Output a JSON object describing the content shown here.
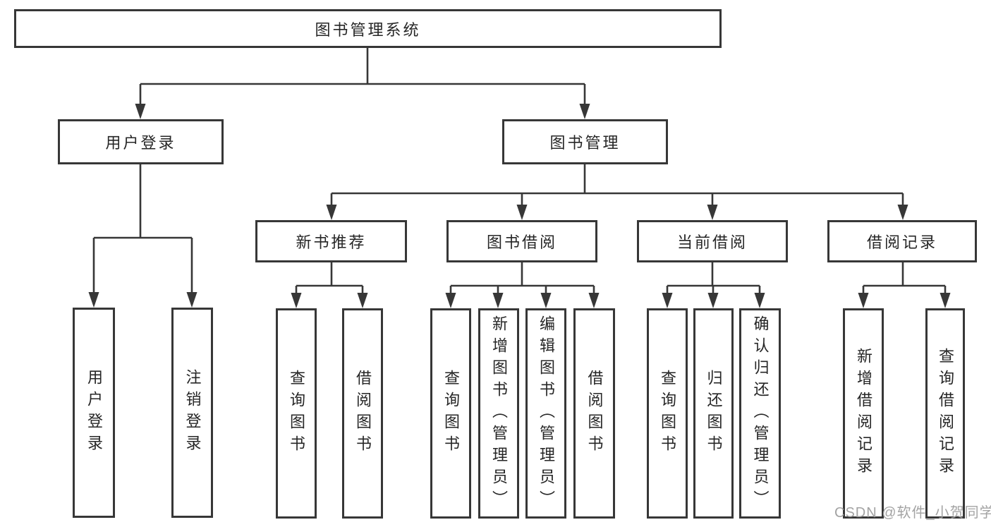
{
  "nodes": {
    "root": "图书管理系统",
    "level2": [
      "用户登录",
      "图书管理"
    ],
    "level3": [
      "新书推荐",
      "图书借阅",
      "当前借阅",
      "借阅记录"
    ],
    "leaves": {
      "user_login": [
        "用户登录",
        "注销登录"
      ],
      "new_books": [
        "查询图书",
        "借阅图书"
      ],
      "book_borrow": [
        "查询图书",
        "新增图书（管理员）",
        "编辑图书（管理员）",
        "借阅图书"
      ],
      "current_borrow": [
        "查询图书",
        "归还图书",
        "确认归还（管理员）"
      ],
      "borrow_records": [
        "新增借阅记录",
        "查询借阅记录"
      ]
    }
  },
  "watermark": "CSDN @软件_小贺同学",
  "colors": {
    "line": "#373737",
    "box_border": "#373737",
    "box_fill": "#ffffff",
    "text": "#262626",
    "watermark": "#9e9e9e"
  }
}
